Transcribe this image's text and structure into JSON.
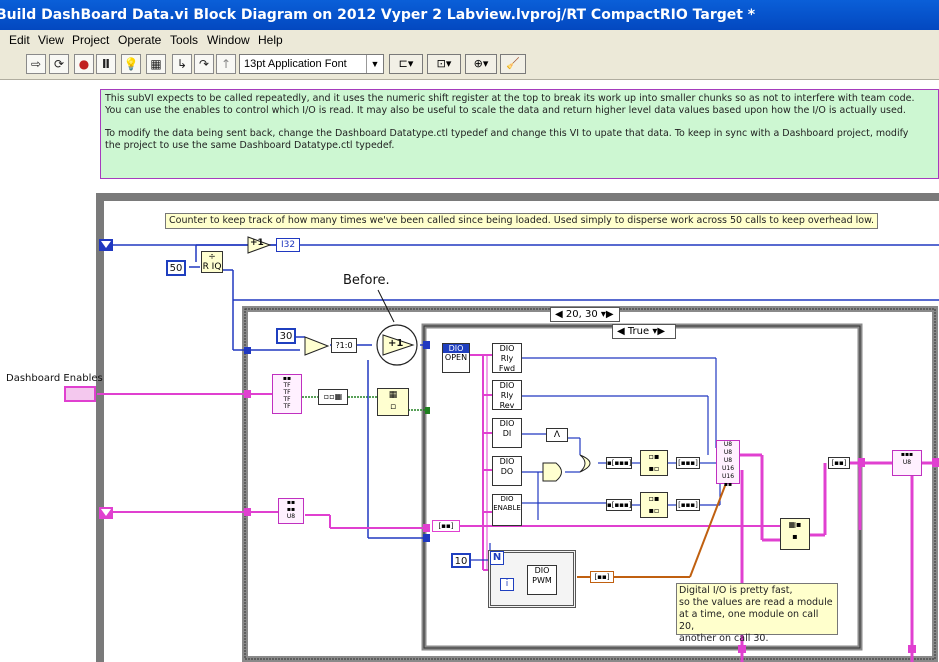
{
  "window": {
    "title": "Build DashBoard Data.vi Block Diagram on 2012 Vyper 2 Labview.lvproj/RT CompactRIO Target *"
  },
  "menu": {
    "items": [
      "Edit",
      "View",
      "Project",
      "Operate",
      "Tools",
      "Window",
      "Help"
    ]
  },
  "toolbar": {
    "font": "13pt Application Font"
  },
  "comment": {
    "line1": "This subVI expects to be called repeatedly, and it uses the numeric shift register at the top to break its work up into smaller chunks so as not to interfere with team code.",
    "line2": "You can use the enables to control which I/O is read. It may also be useful to scale the data and return higher level data values based upon how the I/O is actually used.",
    "line3": "To modify the data being sent back, change the Dashboard Datatype.ctl typedef and change this VI to upate that data. To keep in sync with a Dashboard project, modify",
    "line4": "the project to use the same Dashboard Datatype.ctl typedef."
  },
  "diagram": {
    "counter_note": "Counter to keep track of how many times we've been called since being loaded. Used simply to disperse work across 50 calls to keep overhead low.",
    "const_50": "50",
    "const_30": "30",
    "const_10": "10",
    "increment": "+1",
    "i32": "I32",
    "before_label": "Before.",
    "case_selector_outer": "20, 30",
    "case_selector_inner": "True",
    "dashboard_enables": "Dashboard Enables",
    "dio_open": "DIO",
    "dio_open_sub": "OPEN",
    "dio_rly_fwd": "DIO",
    "dio_rly_fwd_sub": "Rly Fwd",
    "dio_rly_rev": "DIO",
    "dio_rly_rev_sub": "Rly Rev",
    "dio_di": "DIO",
    "dio_di_sub": "DI",
    "dio_do": "DIO",
    "dio_do_sub": "DO",
    "dio_enable": "DIO",
    "dio_enable_sub": "ENABLE",
    "dio_pwm": "DIO",
    "dio_pwm_sub": "PWM",
    "n_label": "N",
    "i_label": "i",
    "note_digital_1": "Digital I/O is pretty fast,",
    "note_digital_2": "so the values are read a module",
    "note_digital_3": "at a time, one module on call 20,",
    "note_digital_4": "another on call 30."
  },
  "colors": {
    "wire_pink": "#e040d0",
    "wire_blue": "#2038c0",
    "wire_green": "#208020",
    "wire_orange": "#c06010",
    "comment_bg": "#cdf7d2",
    "note_bg": "#ffffcc",
    "title_blue": "#0348c0"
  }
}
